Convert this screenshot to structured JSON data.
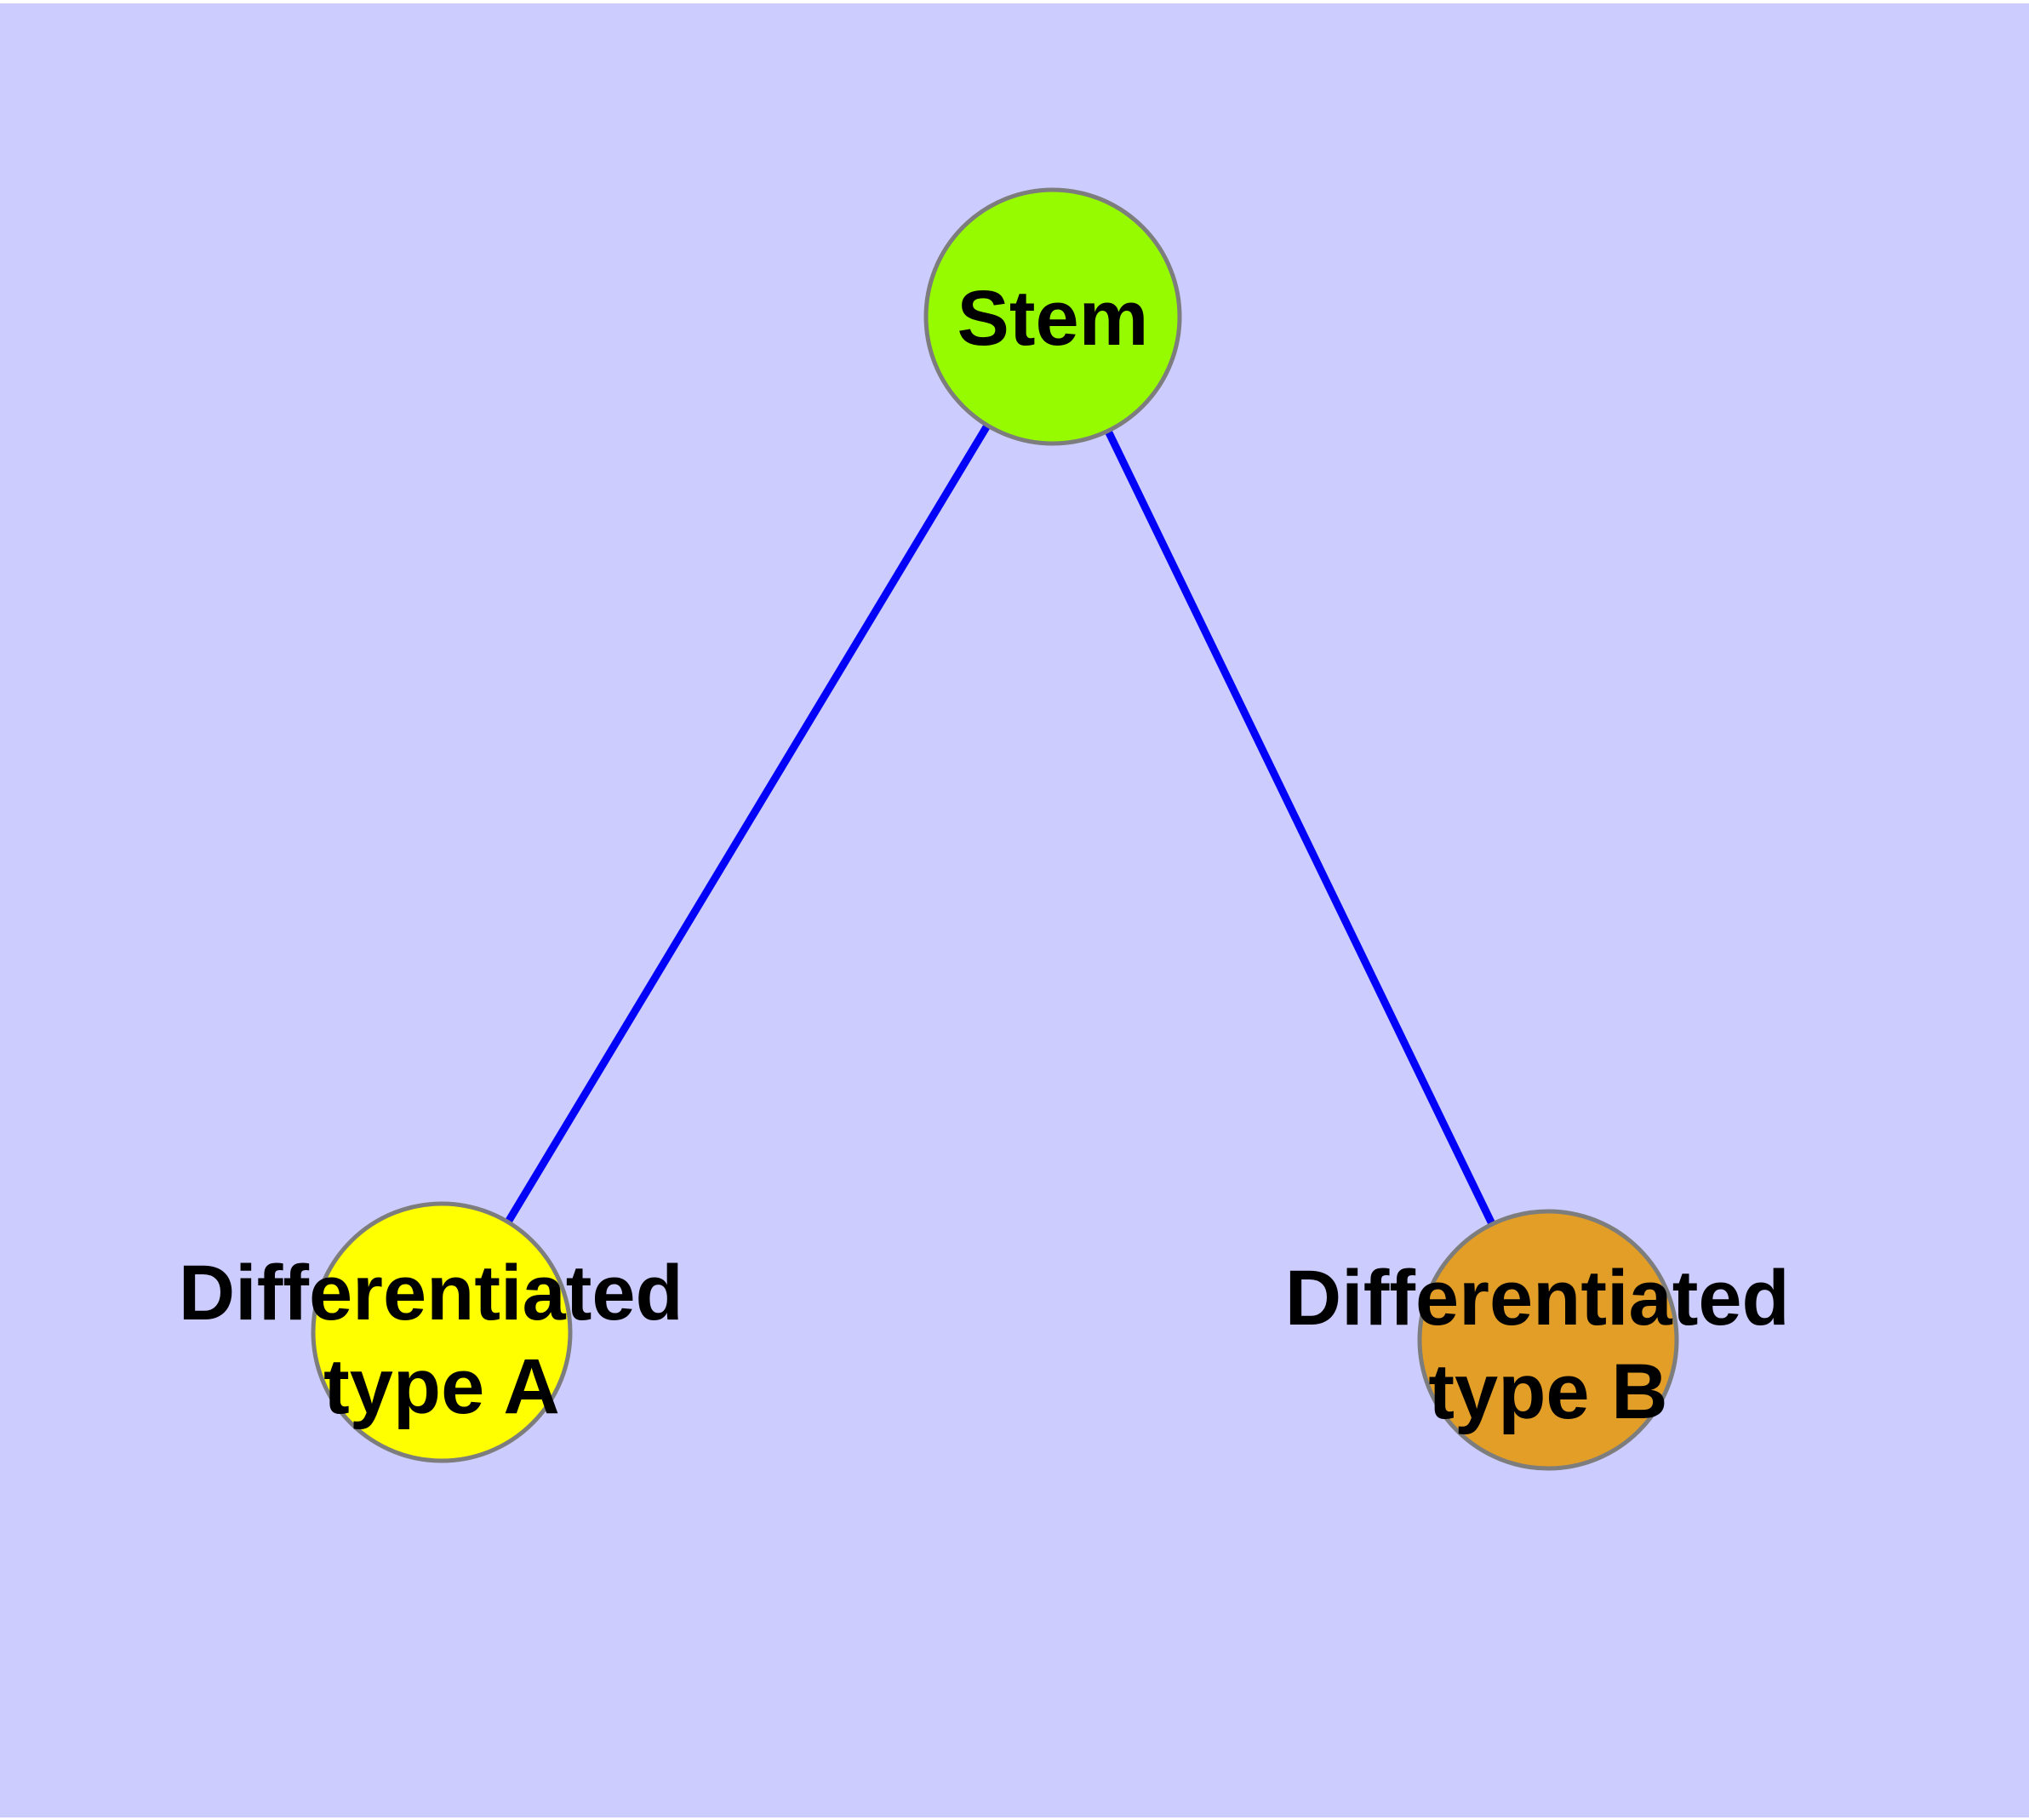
{
  "diagram": {
    "type": "graph",
    "description": "Stem cell differentiation tree with one root node and two differentiated child nodes",
    "background_color": "#ccccfe",
    "page_color": "#ffffff",
    "edge_color": "#0202f8",
    "node_border_color": "#7d7d7d",
    "text_color": "#000000",
    "nodes": {
      "stem": {
        "label": "Stem",
        "fill": "#97fb00"
      },
      "type_a": {
        "label": "Differentiated type A",
        "label_line1": "Differentiated",
        "label_line2": "type A",
        "fill": "#ffff00"
      },
      "type_b": {
        "label": "Differentiated type B",
        "label_line1": "Differentiated",
        "label_line2": "type B",
        "fill": "#e29e26"
      }
    },
    "edges": [
      {
        "from": "Stem",
        "to": "Differentiated type A"
      },
      {
        "from": "Stem",
        "to": "Differentiated type B"
      }
    ]
  }
}
